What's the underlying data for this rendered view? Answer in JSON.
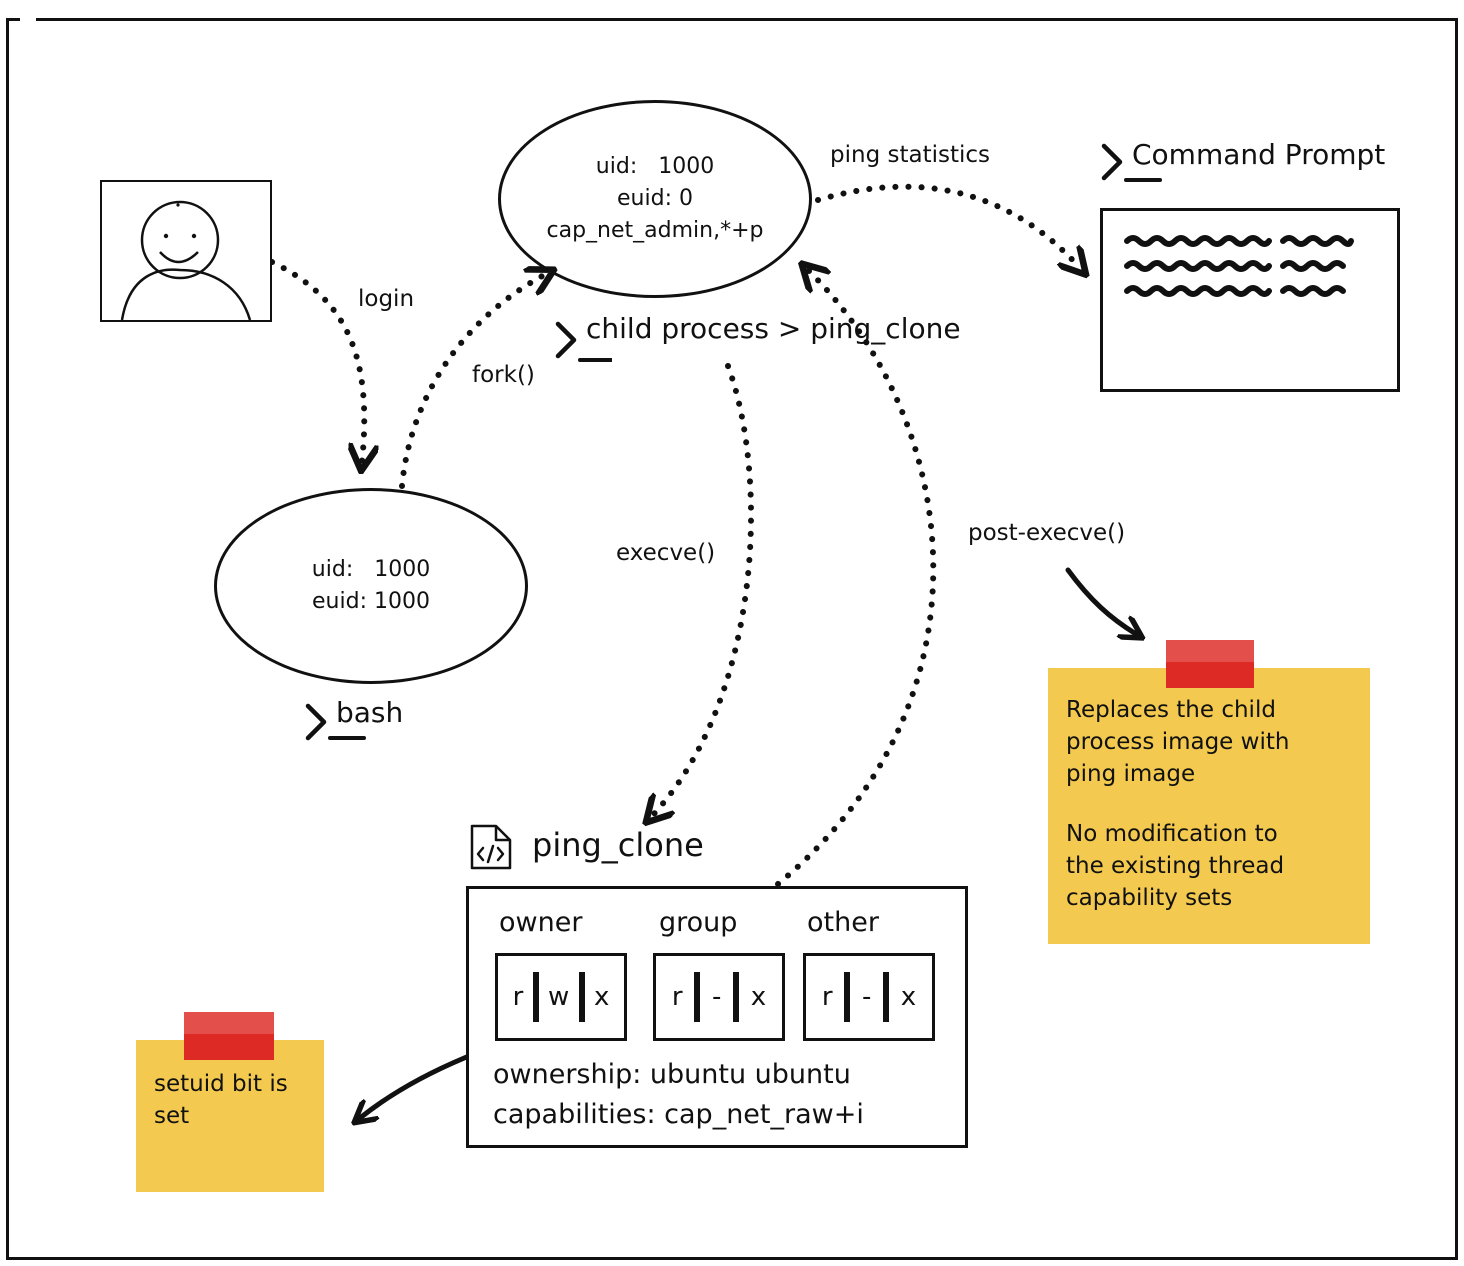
{
  "user": {
    "icon": "user-avatar-icon"
  },
  "edges": {
    "login": "login",
    "fork": "fork()",
    "execve": "execve()",
    "post_execve": "post-execve()",
    "ping_statistics": "ping statistics"
  },
  "child_process": {
    "uid": "uid:   1000",
    "euid": "euid: 0",
    "caps": "cap_net_admin,*+p",
    "title": "child process > ping_clone"
  },
  "bash": {
    "uid": "uid:   1000",
    "euid": "euid: 1000",
    "title": "bash"
  },
  "command_prompt": {
    "title": "Command Prompt"
  },
  "file": {
    "name": "ping_clone",
    "icon": "code-file-icon",
    "headers": [
      "owner",
      "group",
      "other"
    ],
    "owner": [
      "r",
      "w",
      "x"
    ],
    "group": [
      "r",
      "-",
      "x"
    ],
    "other": [
      "r",
      "-",
      "x"
    ],
    "ownership": "ownership: ubuntu ubuntu",
    "capabilities": "capabilities: cap_net_raw+i"
  },
  "notes": {
    "execve_note_line1": "Replaces the child",
    "execve_note_line2": "process image with",
    "execve_note_line3": "ping image",
    "execve_note_line4": "No modification to",
    "execve_note_line5": "the existing thread",
    "execve_note_line6": "capability sets",
    "setuid_line1": "setuid bit is",
    "setuid_line2": "set"
  },
  "colors": {
    "sticky_note": "#f3ca4f",
    "tape": "#dd2a24",
    "ink": "#111111"
  }
}
